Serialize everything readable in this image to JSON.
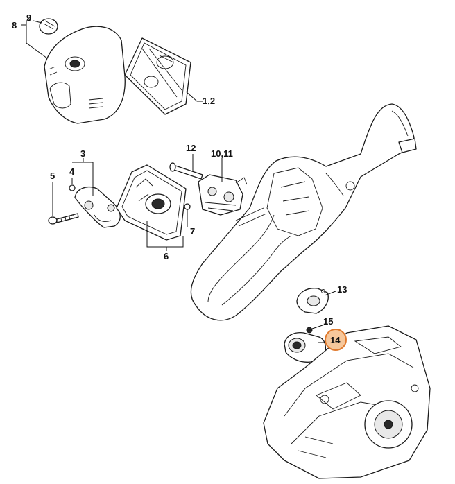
{
  "callouts": {
    "c8": "8",
    "c9": "9",
    "c1_2": "1,2",
    "c3": "3",
    "c4": "4",
    "c5": "5",
    "c6": "6",
    "c7": "7",
    "c10_11": "10,11",
    "c12": "12",
    "c13": "13",
    "c14": "14",
    "c15": "15"
  },
  "colors": {
    "highlight_fill": "#f6c79b",
    "highlight_stroke": "#e07a2e",
    "ink": "#111111"
  }
}
